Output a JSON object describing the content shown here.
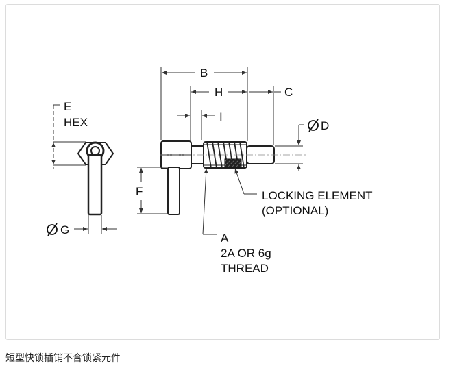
{
  "labels": {
    "b": "B",
    "h": "H",
    "c": "C",
    "i": "I",
    "e": "E",
    "hex": "HEX",
    "diam_d": "D",
    "f": "F",
    "diam_g": "G",
    "locking_1": "LOCKING ELEMENT",
    "locking_2": "(OPTIONAL)",
    "a": "A",
    "thread_1": "2A OR 6g",
    "thread_2": "THREAD"
  },
  "caption": "短型快锁插销不含锁紧元件"
}
